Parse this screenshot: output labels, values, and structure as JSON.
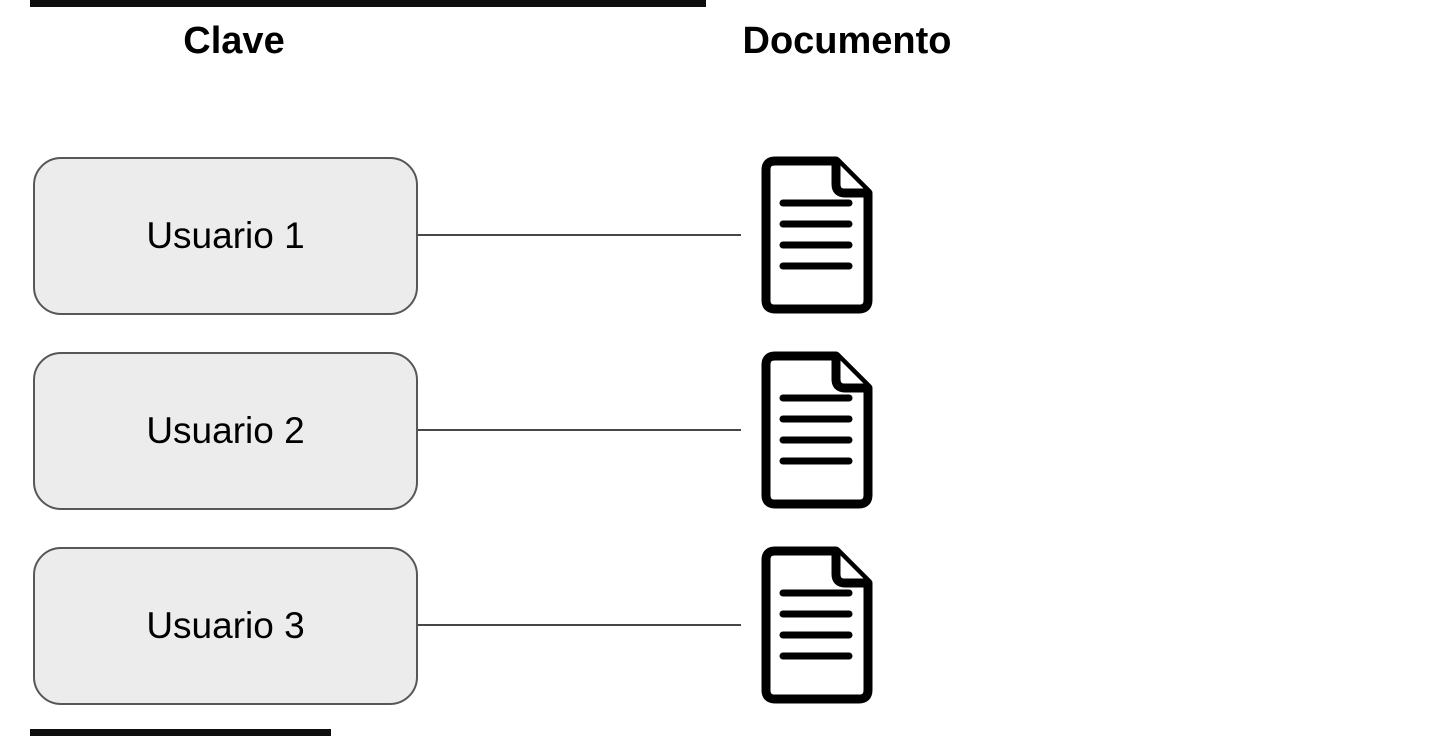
{
  "diagram": {
    "columns": [
      {
        "id": "clave",
        "label": "Clave"
      },
      {
        "id": "documento",
        "label": "Documento"
      }
    ],
    "rows": [
      {
        "key_label": "Usuario 1",
        "icon": "document-icon"
      },
      {
        "key_label": "Usuario 2",
        "icon": "document-icon"
      },
      {
        "key_label": "Usuario 3",
        "icon": "document-icon"
      }
    ],
    "colors": {
      "node_fill": "#ececec",
      "node_border": "#575757",
      "connector": "#474747",
      "icon_stroke": "#000000",
      "header_text": "#000000",
      "node_text": "#000000",
      "edge_bar": "#0e0e0e"
    }
  }
}
